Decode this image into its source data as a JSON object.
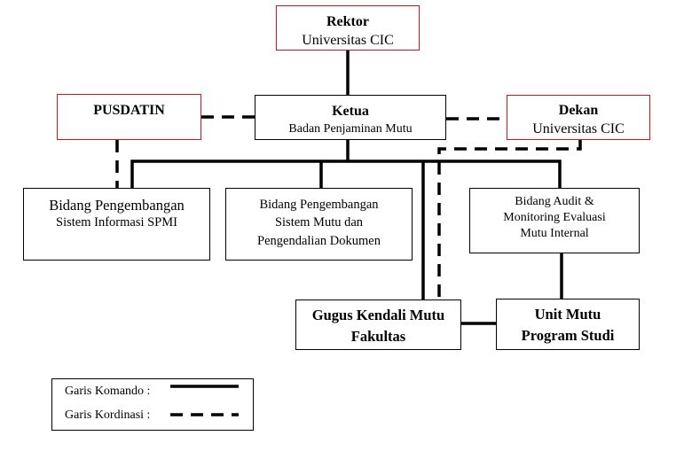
{
  "nodes": {
    "rektor": {
      "title": "Rektor",
      "subtitle": "Universitas CIC"
    },
    "pusdatin": {
      "title": "PUSDATIN"
    },
    "ketua": {
      "title": "Ketua",
      "subtitle": "Badan Penjaminan Mutu"
    },
    "dekan": {
      "title": "Dekan",
      "subtitle": "Universitas CIC"
    },
    "bidang_si": {
      "line1": "Bidang Pengembangan",
      "line2": "Sistem Informasi SPMI"
    },
    "bidang_sm": {
      "line1": "Bidang Pengembangan",
      "line2": "Sistem Mutu dan",
      "line3": "Pengendalian Dokumen"
    },
    "bidang_audit": {
      "line1": "Bidang Audit &",
      "line2": "Monitoring Evaluasi",
      "line3": "Mutu Internal"
    },
    "gkm": {
      "line1": "Gugus Kendali Mutu",
      "line2": "Fakultas"
    },
    "ump": {
      "line1": "Unit Mutu",
      "line2": "Program Studi"
    }
  },
  "legend": {
    "command_label": "Garis Komando :",
    "coordination_label": "Garis Kordinasi :"
  },
  "colors": {
    "highlight_border": "#d01818",
    "line": "#000000"
  }
}
